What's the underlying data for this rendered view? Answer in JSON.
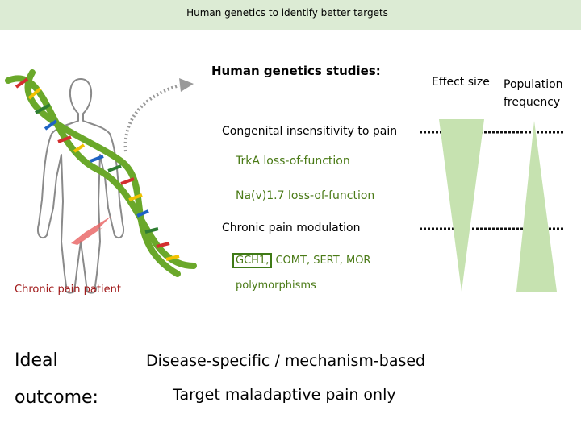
{
  "title": "Human genetics to identify better targets",
  "studies_heading": "Human genetics studies:",
  "columns": {
    "effect_size": "Effect size",
    "population_frequency_line1": "Population",
    "population_frequency_line2": "frequency"
  },
  "items": {
    "congenital": "Congenital insensitivity to pain",
    "trka": "TrkA loss-of-function",
    "nav17": "Na(v)1.7 loss-of-function",
    "chronic_modulation": "Chronic pain modulation",
    "gch1": "GCH1,",
    "other_genes": "COMT, SERT, MOR",
    "polymorphisms": "polymorphisms"
  },
  "patient_label": "Chronic pain patient",
  "ideal": {
    "line1": "Ideal",
    "line2": "outcome:",
    "point1": "Disease-specific / mechanism-based",
    "point2": "Target maladaptive pain only"
  },
  "colors": {
    "header_bg": "#dcebd4",
    "triangle_fill": "#c6e2b0",
    "green_text": "#4a7a16",
    "patient_text": "#a01818",
    "dna_backbone": "#6aa82a",
    "pain_flash": "#e86060"
  },
  "icons": [
    "human-silhouette-icon",
    "dna-helix-icon",
    "curved-arrow-icon",
    "pain-flash-icon"
  ]
}
